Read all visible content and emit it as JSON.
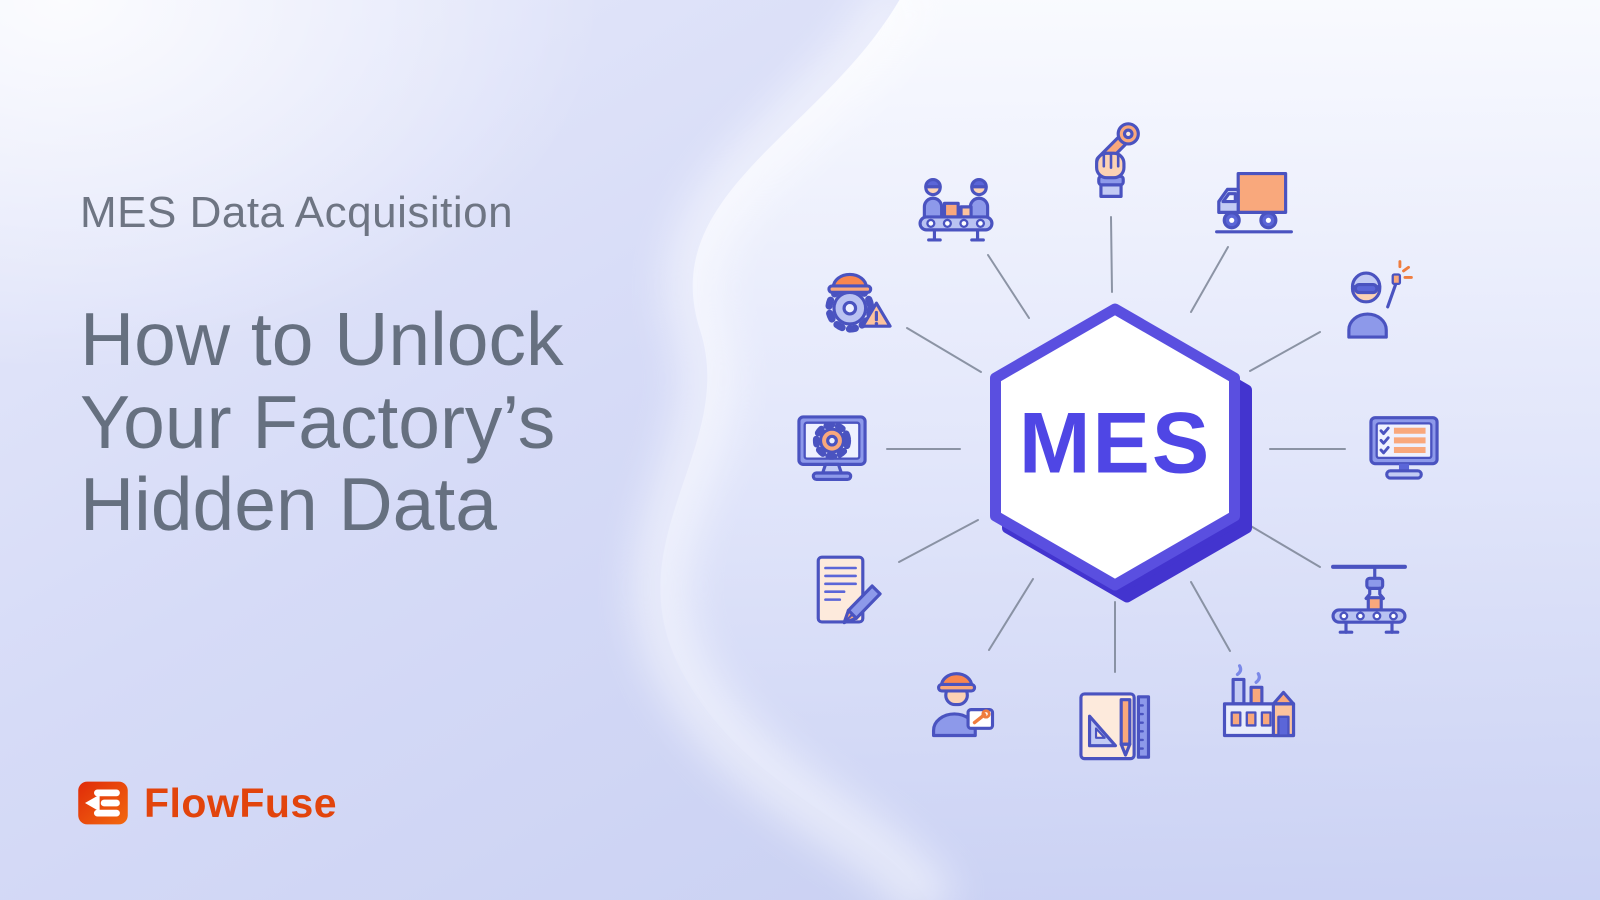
{
  "header": {
    "subtitle": "MES Data Acquisition",
    "title_lines": [
      "How to Unlock",
      "Your Factory’s",
      "Hidden Data"
    ]
  },
  "diagram": {
    "center_label": "MES",
    "node_icons": [
      "assembly-line-workers",
      "hand-holding-wrench",
      "delivery-truck",
      "welder",
      "production-checklist-monitor",
      "gantry-robot-conveyor",
      "factory",
      "drafting-tools",
      "maintenance-technician",
      "work-document-pen",
      "monitor-gear",
      "gear-hard-hat-maintenance"
    ]
  },
  "logo": {
    "text": "FlowFuse"
  },
  "colors": {
    "accent_indigo": "#4f46e5",
    "hex_border": "#5a4fe0",
    "hex_shadow": "#4334cf",
    "brand_orange": "#e2440c",
    "icon_stroke": "#4a53c0",
    "icon_orange": "#f9a87c",
    "spoke_gray": "#7c8596",
    "title_gray": "#667080",
    "background_lavender": "#d6dbf7"
  }
}
